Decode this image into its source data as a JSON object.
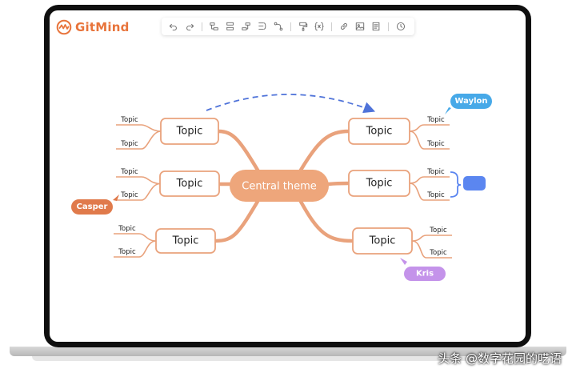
{
  "app": {
    "name": "GitMind"
  },
  "toolbar": {
    "buttons": [
      {
        "name": "undo-button",
        "icon": "undo-icon"
      },
      {
        "name": "redo-button",
        "icon": "redo-icon"
      },
      {
        "sep": true
      },
      {
        "name": "insert-child-button",
        "icon": "child-node-icon"
      },
      {
        "name": "insert-sibling-button",
        "icon": "sibling-node-icon"
      },
      {
        "name": "insert-parent-button",
        "icon": "parent-node-icon"
      },
      {
        "name": "summary-button",
        "icon": "summary-icon"
      },
      {
        "name": "relationship-button",
        "icon": "relationship-icon"
      },
      {
        "sep": true
      },
      {
        "name": "format-painter-button",
        "icon": "format-painter-icon"
      },
      {
        "name": "formula-button",
        "icon": "formula-icon"
      },
      {
        "sep": true
      },
      {
        "name": "link-button",
        "icon": "link-icon"
      },
      {
        "name": "image-button",
        "icon": "image-icon"
      },
      {
        "name": "note-button",
        "icon": "note-icon"
      },
      {
        "sep": true
      },
      {
        "name": "history-button",
        "icon": "history-icon"
      }
    ]
  },
  "mindmap": {
    "central": "Central  theme",
    "branches": [
      "Topic",
      "Topic",
      "Topic",
      "Topic",
      "Topic",
      "Topic"
    ],
    "leaves": [
      "Topic",
      "Topic",
      "Topic",
      "Topic",
      "Topic",
      "Topic",
      "Topic",
      "Topic",
      "Topic",
      "Topic",
      "Topic",
      "Topic"
    ]
  },
  "collaborators": {
    "waylon": "Waylon",
    "casper": "Casper",
    "kris": "Kris"
  },
  "colors": {
    "accent": "#e8743b",
    "branch_line": "#e9a27c",
    "central_fill": "#eea67b",
    "waylon": "#47a9e8",
    "casper": "#e07a4b",
    "kris": "#c493ea",
    "summary": "#5b86f0",
    "relation_line": "#4f73d9"
  },
  "watermark": "头条 @数字花园的呓语"
}
